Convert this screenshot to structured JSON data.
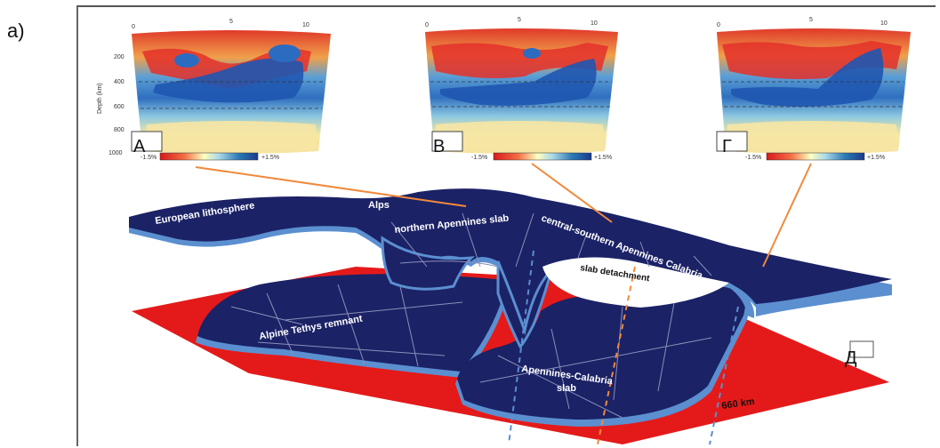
{
  "panel_label": "a)",
  "tomo_panels": [
    {
      "letter": "А",
      "scale_min": "-1.5%",
      "scale_max": "+1.5%",
      "xticks": [
        "0",
        "5",
        "10"
      ],
      "depth_ticks": [
        "200",
        "400",
        "600",
        "800",
        "1000"
      ],
      "depth_label": "Depth (km)"
    },
    {
      "letter": "В",
      "scale_min": "-1.5%",
      "scale_max": "+1.5%",
      "xticks": [
        "0",
        "5",
        "10"
      ]
    },
    {
      "letter": "Г",
      "scale_min": "-1.5%",
      "scale_max": "+1.5%",
      "xticks": [
        "0",
        "5",
        "10"
      ]
    }
  ],
  "block_labels": {
    "european": "European lithosphere",
    "alps": "Alps",
    "northern": "northern Apennines slab",
    "central": "central-southern Apennines Calabria",
    "detachment": "slab detachment",
    "tethys": "Alpine Tethys remnant",
    "calabria_1": "Apennines-Calabria",
    "calabria_2": "slab",
    "depth_660": "660 km"
  },
  "marker_d": "Д",
  "colors": {
    "slab": "#1b2266",
    "slab_edge": "#5b8fd0",
    "mantle": "#e41a1a",
    "leader": "#f08a3c",
    "dash_blue": "#5b8fd0",
    "dash_orange": "#f08a3c"
  }
}
